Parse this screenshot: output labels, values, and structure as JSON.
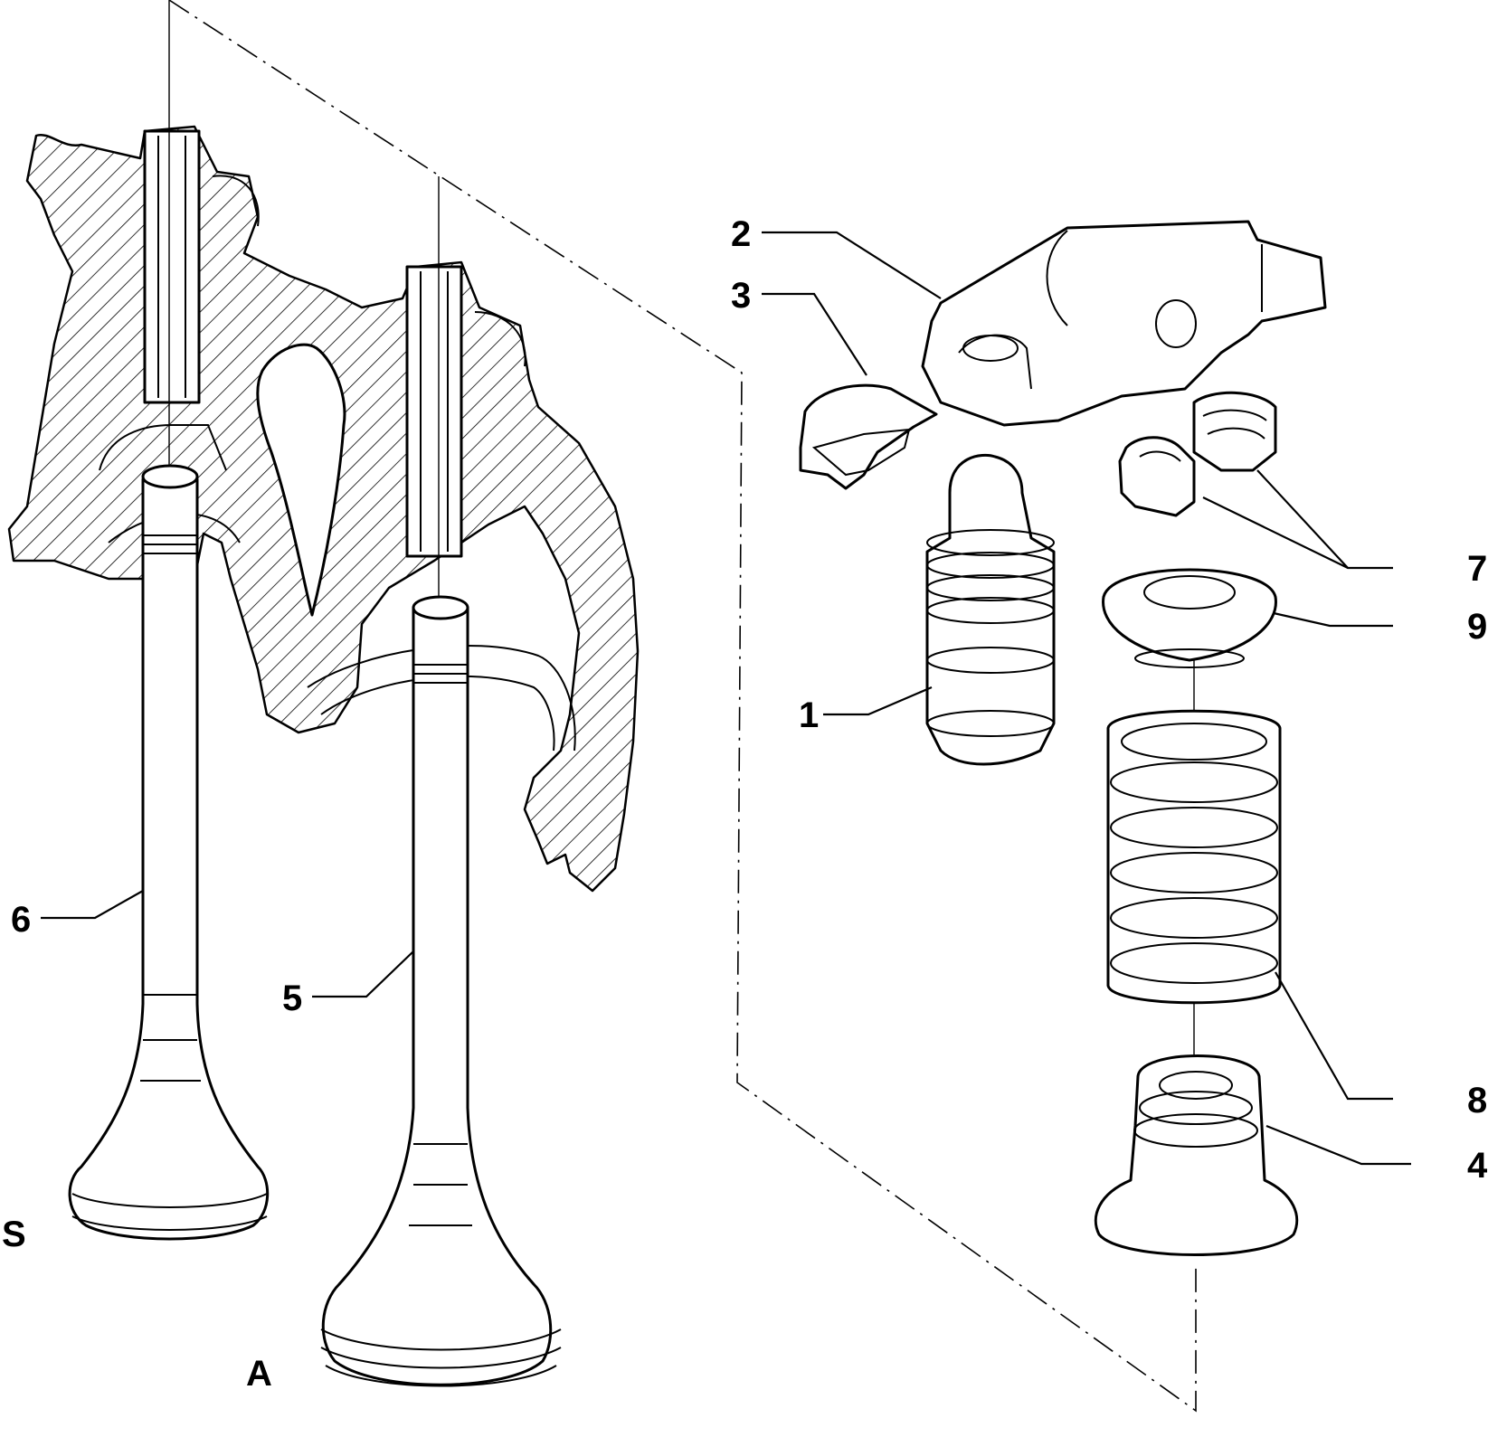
{
  "callouts": {
    "c1": "1",
    "c2": "2",
    "c3": "3",
    "c4": "4",
    "c5": "5",
    "c6": "6",
    "c7": "7",
    "c8": "8",
    "c9": "9",
    "cS": "S",
    "cA": "A"
  },
  "colors": {
    "line": "#000000",
    "background": "#ffffff"
  }
}
